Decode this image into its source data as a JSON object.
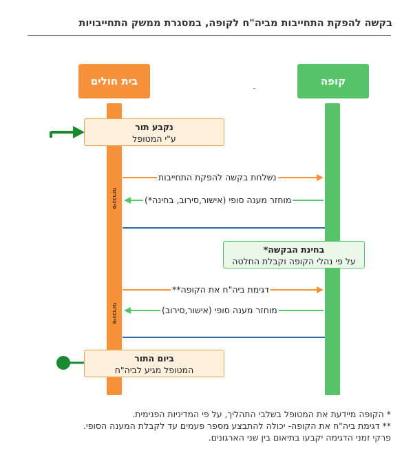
{
  "title": "בקשה להפקת התחייבות מביה\"ח לקופה, במסגרת ממשק התחייבויות",
  "lanes": {
    "hospital": "בית חולים",
    "fund": "קופה"
  },
  "sync_label": "סינכרוני",
  "boxes": {
    "appointment": {
      "title": "נקבע תור",
      "subtitle": "ע\"י המטופל"
    },
    "review": {
      "title": "בחינת הבקשה*",
      "subtitle": "על פי נהלי הקופה וקבלת החלטה"
    },
    "visit_day": {
      "title": "ביום התור",
      "subtitle": "המטופל מגיע לביה\"ח"
    }
  },
  "messages": {
    "request_sent": "נשלחת בקשה להפקת התחייבות",
    "final_answer_1": "מוחזר מענה סופי (אישור,סירוב, בחינה*)",
    "sample": "דגימת ביה\"ח את הקופה**",
    "final_answer_2": "מוחזר מענה סופי (אישור,סירוב)"
  },
  "footnotes": {
    "note1": "*   הקופה מיידעת את המטופל בשלבי התהליך, על פי המדיניות הפנימית.",
    "note2": "** דגימת ביה\"ח את הקופה- יכולה להתבצע מספר פעמים עד לקבלת המענה הסופי.",
    "note3": "פרקי זמני הדגימה יקבעו בתיאום בין שני הארגונים."
  },
  "colors": {
    "orange": "#f7923a",
    "green": "#55c368",
    "blue": "#2e6aa3",
    "dark_green": "#1a8a2e"
  }
}
